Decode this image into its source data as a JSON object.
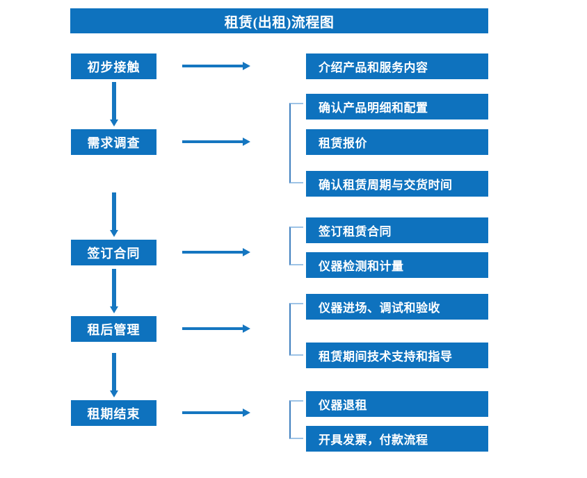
{
  "diagram": {
    "title": "租赁(出租)流程图",
    "colors": {
      "box_fill": "#0E72BE",
      "box_text": "#FFFFFF",
      "arrow": "#1576C0",
      "bracket": "#3F7FBF",
      "background": "#FFFFFF"
    },
    "stages": [
      {
        "label": "初步接触"
      },
      {
        "label": "需求调查"
      },
      {
        "label": "签订合同"
      },
      {
        "label": "租后管理"
      },
      {
        "label": "租期结束"
      }
    ],
    "details": [
      {
        "label": "介绍产品和服务内容"
      },
      {
        "label": "确认产品明细和配置"
      },
      {
        "label": "租赁报价"
      },
      {
        "label": "确认租赁周期与交货时间"
      },
      {
        "label": "签订租赁合同"
      },
      {
        "label": "仪器检测和计量"
      },
      {
        "label": "仪器进场、调试和验收"
      },
      {
        "label": "租赁期间技术支持和指导"
      },
      {
        "label": "仪器退租"
      },
      {
        "label": "开具发票，付款流程"
      }
    ],
    "groups": [
      {
        "stage": "初步接触",
        "details": [
          "介绍产品和服务内容"
        ]
      },
      {
        "stage": "需求调查",
        "details": [
          "确认产品明细和配置",
          "租赁报价",
          "确认租赁周期与交货时间"
        ]
      },
      {
        "stage": "签订合同",
        "details": [
          "签订租赁合同",
          "仪器检测和计量"
        ]
      },
      {
        "stage": "租后管理",
        "details": [
          "仪器进场、调试和验收",
          "租赁期间技术支持和指导"
        ]
      },
      {
        "stage": "租期结束",
        "details": [
          "仪器退租",
          "开具发票，付款流程"
        ]
      }
    ]
  }
}
